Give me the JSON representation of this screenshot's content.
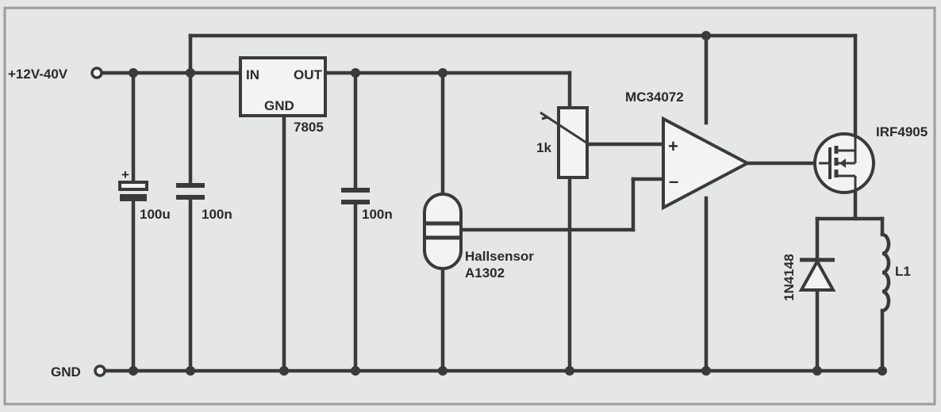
{
  "colors": {
    "wire": "#3a3a3a",
    "paper": "#e4e7e3",
    "component_fill": "#f3f4f1",
    "frame": "#9a9e99"
  },
  "terminals": {
    "supply": "+12V-40V",
    "ground": "GND"
  },
  "regulator": {
    "name": "7805",
    "pin_in": "IN",
    "pin_out": "OUT",
    "pin_gnd": "GND"
  },
  "capacitors": {
    "electrolytic": "100u",
    "input": "100n",
    "output": "100n",
    "polarity_mark": "+"
  },
  "potentiometer": {
    "value": "1k"
  },
  "opamp": {
    "name": "MC34072",
    "plus": "+",
    "minus": "–"
  },
  "mosfet": {
    "name": "IRF4905"
  },
  "sensor": {
    "line1": "Hallsensor",
    "line2": "A1302"
  },
  "diode": {
    "name": "1N4148"
  },
  "inductor": {
    "name": "L1"
  }
}
